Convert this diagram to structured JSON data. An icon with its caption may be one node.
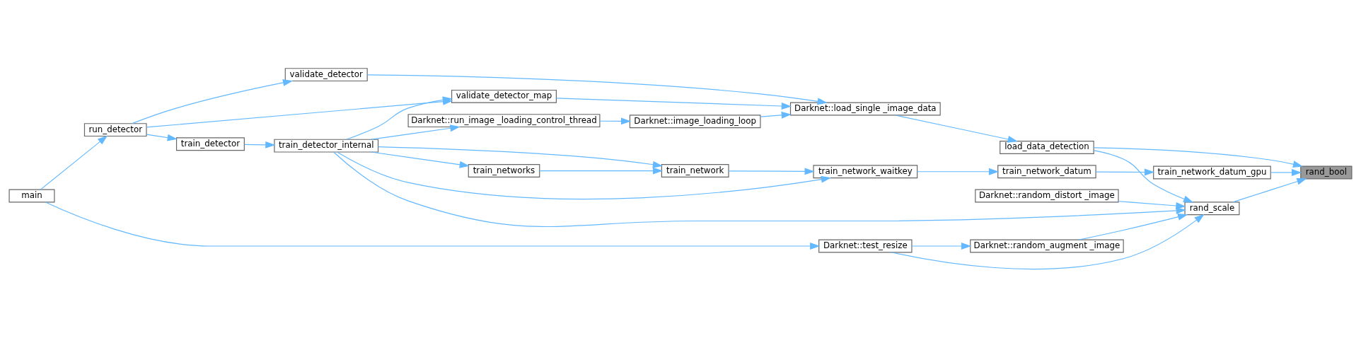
{
  "diagram": {
    "nodes": [
      {
        "text": [
          "rand_bool"
        ]
      },
      {
        "text": [
          "train_network_datum_gpu"
        ]
      },
      {
        "text": [
          "load_data_detection"
        ]
      },
      {
        "text": [
          "rand_scale"
        ]
      },
      {
        "text": [
          "train_network_datum"
        ]
      },
      {
        "text": [
          "Darknet::load_single _image_data"
        ]
      },
      {
        "text": [
          "Darknet::test_resize"
        ]
      },
      {
        "text": [
          "Darknet::random_distort _image"
        ]
      },
      {
        "text": [
          "Darknet::random_augment _image"
        ]
      },
      {
        "text": [
          "train_network_waitkey"
        ]
      },
      {
        "text": [
          "Darknet::image_loading_loop"
        ]
      },
      {
        "text": [
          "validate_detector_map"
        ]
      },
      {
        "text": [
          "validate_detector"
        ]
      },
      {
        "text": [
          "train_network"
        ]
      },
      {
        "text": [
          "Darknet::run_image _loading_control_thread"
        ]
      },
      {
        "text": [
          "train_networks"
        ]
      },
      {
        "text": [
          "train_detector_internal"
        ]
      },
      {
        "text": [
          "train_detector"
        ]
      },
      {
        "text": [
          "run_detector"
        ]
      },
      {
        "text": [
          "main"
        ]
      }
    ],
    "edges": [
      {
        "from": 1,
        "to": 0,
        "arrow": "to"
      },
      {
        "from": 2,
        "to": 0,
        "arrow": "to"
      },
      {
        "from": 3,
        "to": 0,
        "arrow": "to"
      },
      {
        "from": 4,
        "to": 1,
        "arrow": "to"
      },
      {
        "from": 5,
        "to": 2,
        "arrow": "to"
      },
      {
        "from": 2,
        "to": 3,
        "arrow": "to"
      },
      {
        "from": 6,
        "to": 3,
        "arrow": "to"
      },
      {
        "from": 7,
        "to": 3,
        "arrow": "to"
      },
      {
        "from": 8,
        "to": 3,
        "arrow": "to"
      },
      {
        "from": 16,
        "to": 3,
        "arrow": "to"
      },
      {
        "from": 9,
        "to": 4,
        "arrow": "to"
      },
      {
        "from": 10,
        "to": 5,
        "arrow": "to"
      },
      {
        "from": 11,
        "to": 5,
        "arrow": "to"
      },
      {
        "from": 12,
        "to": 5,
        "arrow": "to"
      },
      {
        "from": 6,
        "to": 8,
        "arrow": "to"
      },
      {
        "from": 13,
        "to": 9,
        "arrow": "to"
      },
      {
        "from": 16,
        "to": 9,
        "arrow": "to"
      },
      {
        "from": 14,
        "to": 10,
        "arrow": "to"
      },
      {
        "from": 16,
        "to": 11,
        "arrow": "to"
      },
      {
        "from": 18,
        "to": 11,
        "arrow": "to"
      },
      {
        "from": 18,
        "to": 12,
        "arrow": "to"
      },
      {
        "from": 15,
        "to": 13,
        "arrow": "to"
      },
      {
        "from": 16,
        "to": 13,
        "arrow": "to"
      },
      {
        "from": 16,
        "to": 14,
        "arrow": "to"
      },
      {
        "from": 16,
        "to": 15,
        "arrow": "to"
      },
      {
        "from": 17,
        "to": 16,
        "arrow": "to"
      },
      {
        "from": 18,
        "to": 17,
        "arrow": "to"
      },
      {
        "from": 19,
        "to": 18,
        "arrow": "to"
      },
      {
        "from": 19,
        "to": 6,
        "arrow": "to"
      }
    ]
  }
}
